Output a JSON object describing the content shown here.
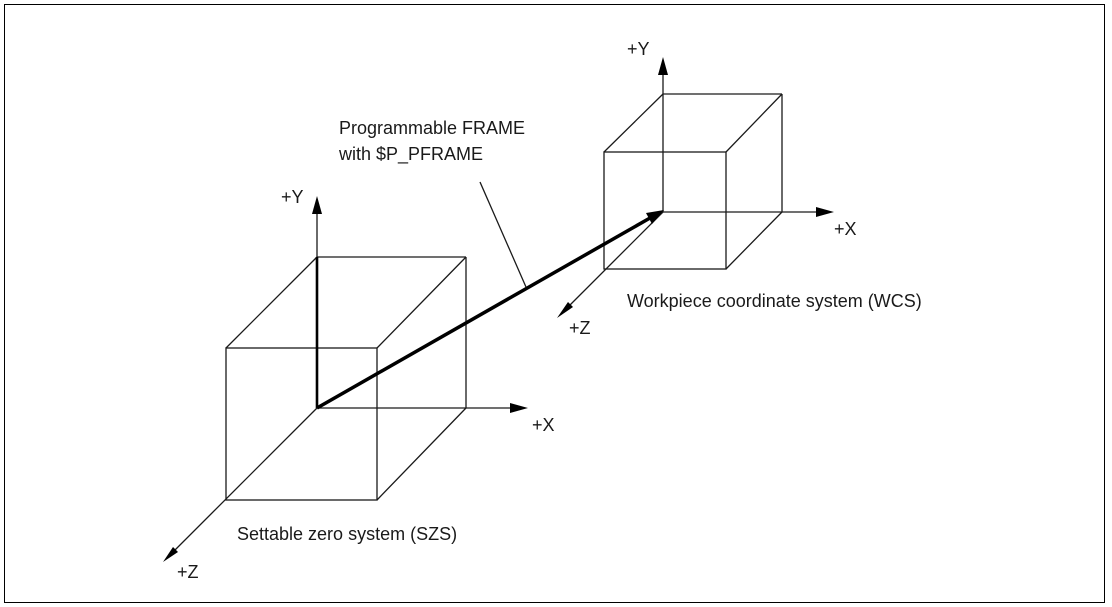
{
  "labels": {
    "frame_label_line1": "Programmable FRAME",
    "frame_label_line2": "with $P_PFRAME",
    "szs_caption": "Settable zero system (SZS)",
    "wcs_caption": "Workpiece coordinate system (WCS)",
    "szs_y": "+Y",
    "szs_x": "+X",
    "szs_z": "+Z",
    "wcs_y": "+Y",
    "wcs_x": "+X",
    "wcs_z": "+Z"
  }
}
